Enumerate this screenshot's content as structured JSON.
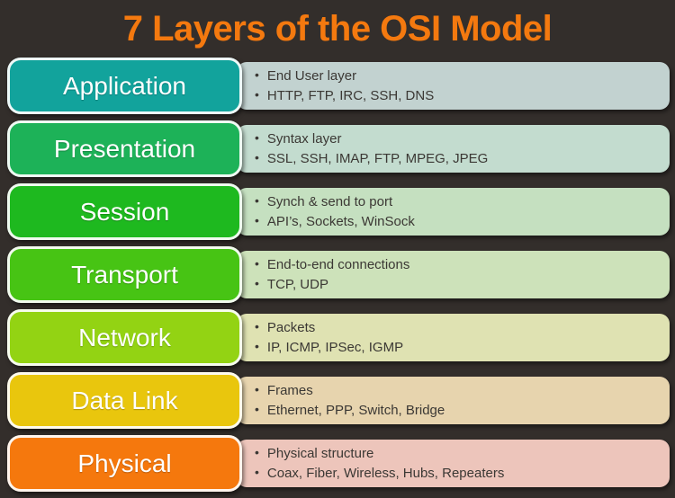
{
  "title": "7 Layers of the OSI Model",
  "title_color": "#f4790f",
  "background_color": "#332e2b",
  "bullet_glyph": "•",
  "layers": [
    {
      "name": "Application",
      "button_color": "#12a39c",
      "panel_color": "#c2d2d0",
      "bullets": [
        "End User layer",
        "HTTP, FTP, IRC, SSH, DNS"
      ]
    },
    {
      "name": "Presentation",
      "button_color": "#1db258",
      "panel_color": "#c3dccf",
      "bullets": [
        "Syntax layer",
        "SSL, SSH, IMAP, FTP, MPEG, JPEG"
      ]
    },
    {
      "name": "Session",
      "button_color": "#1eb91f",
      "panel_color": "#c5e0c0",
      "bullets": [
        "Synch & send to port",
        "API’s, Sockets, WinSock"
      ]
    },
    {
      "name": "Transport",
      "button_color": "#47c414",
      "panel_color": "#cde2ba",
      "bullets": [
        "End-to-end connections",
        "TCP, UDP"
      ]
    },
    {
      "name": "Network",
      "button_color": "#93d313",
      "panel_color": "#dfe2b2",
      "bullets": [
        "Packets",
        "IP, ICMP, IPSec, IGMP"
      ]
    },
    {
      "name": "Data Link",
      "button_color": "#e9c60d",
      "panel_color": "#e7d4ae",
      "bullets": [
        "Frames",
        "Ethernet, PPP, Switch, Bridge"
      ]
    },
    {
      "name": "Physical",
      "button_color": "#f5780d",
      "panel_color": "#edc5bb",
      "bullets": [
        "Physical structure",
        "Coax, Fiber, Wireless, Hubs, Repeaters"
      ]
    }
  ]
}
